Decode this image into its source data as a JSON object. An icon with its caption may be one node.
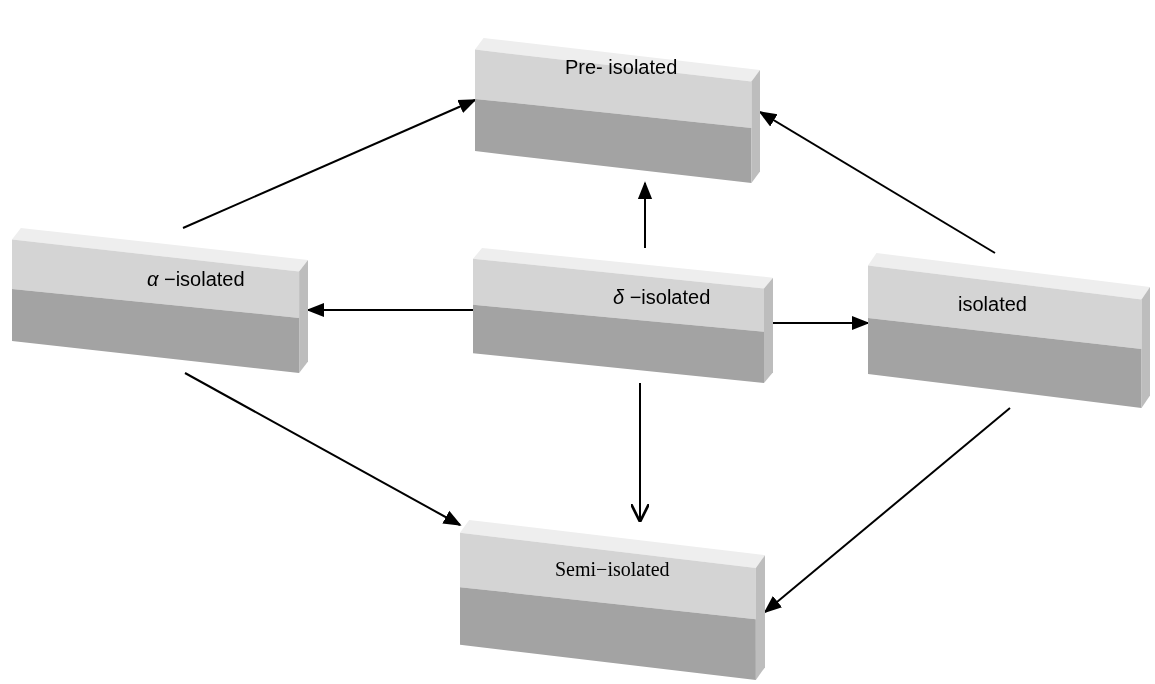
{
  "diagram": {
    "nodes": [
      {
        "text": [
          "Pre- isolated"
        ]
      },
      {
        "text": [
          "*α* −isolated"
        ]
      },
      {
        "text": [
          "*δ* −isolated"
        ]
      },
      {
        "text": [
          "isolated"
        ]
      },
      {
        "text": [
          "Semi−isolated"
        ]
      }
    ],
    "edges": [
      {
        "from": 1,
        "to": 0,
        "arrow": "to"
      },
      {
        "from": 2,
        "to": 0,
        "arrow": "to"
      },
      {
        "from": 3,
        "to": 0,
        "arrow": "to"
      },
      {
        "from": 2,
        "to": 1,
        "arrow": "to"
      },
      {
        "from": 2,
        "to": 3,
        "arrow": "to"
      },
      {
        "from": 2,
        "to": 4,
        "arrow": "to"
      },
      {
        "from": 1,
        "to": 4,
        "arrow": "to"
      },
      {
        "from": 3,
        "to": 4,
        "arrow": "to"
      }
    ]
  }
}
